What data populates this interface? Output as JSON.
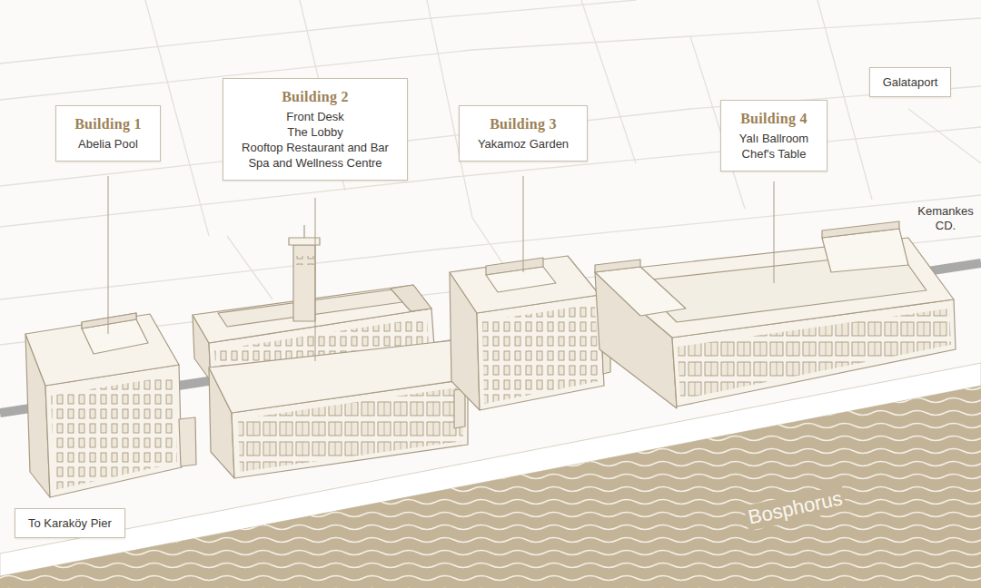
{
  "diagram": {
    "nodes": [
      {
        "text": [
          "Building 1",
          "Abelia Pool"
        ]
      },
      {
        "text": [
          "Building 2",
          "Front Desk",
          "The Lobby",
          "Rooftop Restaurant and Bar",
          "Spa and Wellness Centre"
        ]
      },
      {
        "text": [
          "Building 3",
          "Yakamoz Garden"
        ]
      },
      {
        "text": [
          "Building 4",
          "Yalı Ballroom",
          "Chef's Table"
        ]
      },
      {
        "text": [
          "Galataport"
        ]
      },
      {
        "text": [
          "To Karaköy Pier"
        ]
      }
    ],
    "labels": [
      "Kemankes CD.",
      "Bosphorus"
    ]
  }
}
